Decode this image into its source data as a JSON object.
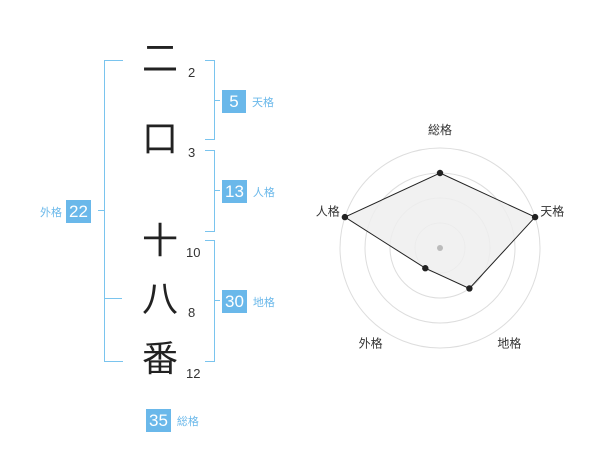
{
  "name": {
    "characters": [
      {
        "char": "二",
        "strokes": "2"
      },
      {
        "char": "口",
        "strokes": "3"
      },
      {
        "char": "十",
        "strokes": "10"
      },
      {
        "char": "八",
        "strokes": "8"
      },
      {
        "char": "番",
        "strokes": "12"
      }
    ]
  },
  "fortune": {
    "ten": {
      "value": "5",
      "label": "天格"
    },
    "jin": {
      "value": "13",
      "label": "人格"
    },
    "chi": {
      "value": "30",
      "label": "地格"
    },
    "gai": {
      "value": "22",
      "label": "外格"
    },
    "so": {
      "value": "35",
      "label": "総格"
    }
  },
  "colors": {
    "accent": "#6ab8ea",
    "bracket": "#7ac4ee",
    "ring": "#dddddd",
    "fill": "#eeeeee"
  },
  "chart_data": {
    "type": "radar",
    "axes": [
      "総格",
      "天格",
      "地格",
      "外格",
      "人格"
    ],
    "rings": 4,
    "range": [
      0,
      4
    ],
    "values": [
      3,
      4,
      2,
      1,
      4
    ]
  }
}
